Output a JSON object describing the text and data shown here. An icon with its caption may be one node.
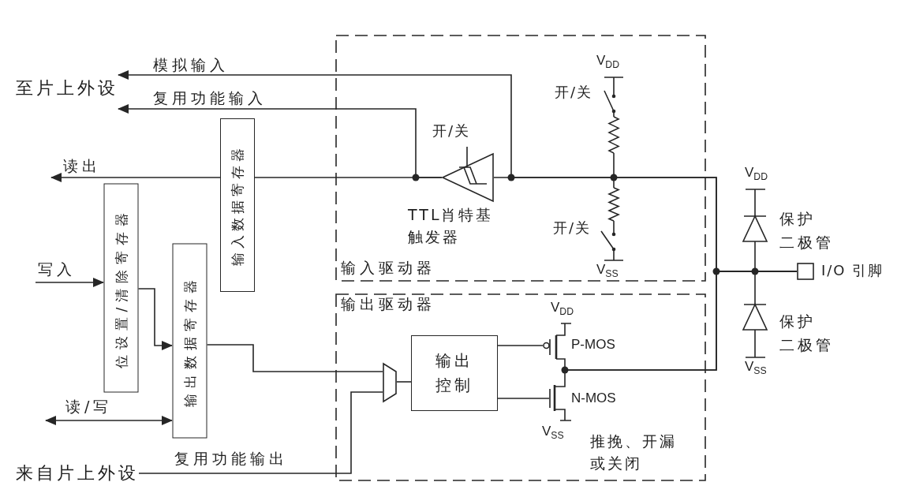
{
  "diagram": {
    "nodes": [
      {
        "text": [
          "输入驱动器"
        ]
      },
      {
        "text": [
          "输出驱动器"
        ]
      },
      {
        "text": [
          "输入数据寄存器"
        ]
      },
      {
        "text": [
          "位设置/清除寄存器"
        ]
      },
      {
        "text": [
          "输出数据寄存器"
        ]
      },
      {
        "text": [
          "输出控制"
        ],
        "in": 1
      },
      {
        "text": [],
        "shape": "triangle",
        "in": 0,
        "beside": [
          "开/关",
          "TTL肖特基触发器"
        ]
      },
      {
        "text": [
          "至片上外设"
        ]
      },
      {
        "text": [
          "来自片上外设"
        ]
      },
      {
        "text": [],
        "shape": "box",
        "beside": [
          "I/O 引脚"
        ]
      },
      {
        "text": [],
        "shape": "trapezoid",
        "in": 1
      },
      {
        "text": [],
        "shape": "transistor",
        "in": 1,
        "beside": [
          "V$_{DD}$",
          "P-MOS"
        ]
      },
      {
        "text": [],
        "shape": "transistor",
        "in": 1,
        "beside": [
          "N-MOS",
          "V$_{SS}$"
        ]
      }
    ],
    "edges": [
      {
        "from": 9,
        "to": 6,
        "arrow": "none"
      },
      {
        "from": 9,
        "to": 7,
        "arrow": "to",
        "label": "模拟输入"
      },
      {
        "from": 6,
        "to": 7,
        "arrow": "to",
        "label": "复用功能输入"
      },
      {
        "from": 6,
        "to": 2,
        "arrow": "none"
      },
      {
        "from": 2,
        "to": null,
        "arrow": "to",
        "label": "读出"
      },
      {
        "from": null,
        "to": 3,
        "arrow": "to",
        "label": "写入"
      },
      {
        "from": 3,
        "to": 4,
        "arrow": "to"
      },
      {
        "from": null,
        "to": 4,
        "arrow": "both",
        "label": "读/写"
      },
      {
        "from": 4,
        "to": 10,
        "arrow": "none"
      },
      {
        "from": 8,
        "to": 10,
        "arrow": "none",
        "label": "复用功能输出"
      },
      {
        "from": 10,
        "to": 5,
        "arrow": "none"
      },
      {
        "from": 5,
        "to": 11,
        "arrow": "none"
      },
      {
        "from": 5,
        "to": 12,
        "arrow": "none"
      },
      {
        "from": 11,
        "to": 9,
        "arrow": "none"
      },
      {
        "from": 12,
        "to": 9,
        "arrow": "none"
      }
    ],
    "labels": [
      "V$_{DD}$",
      "开/关",
      "V$_{DD}$",
      "保护二极管",
      "开/关",
      "V$_{SS}$",
      "保护二极管",
      "V$_{SS}$",
      "推挽、开漏或关闭"
    ]
  }
}
